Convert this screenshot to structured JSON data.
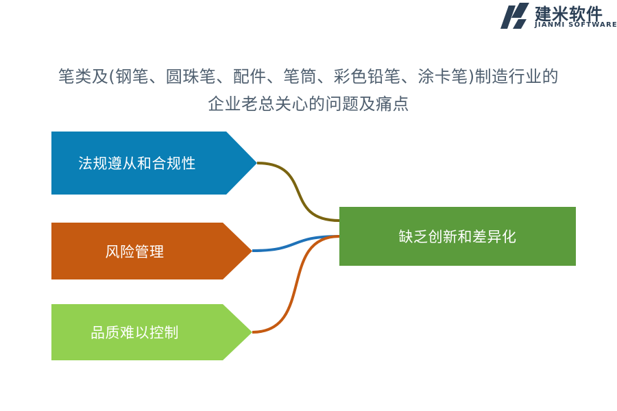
{
  "brand": {
    "name_cn": "建米软件",
    "name_en": "JIANMI SOFTWARE",
    "color": "#2b3f55"
  },
  "title": {
    "line1": "笔类及(钢笔、圆珠笔、配件、笔筒、彩色铅笔、涂卡笔)制造行业的",
    "line2": "企业老总关心的问题及痛点",
    "color": "#4f5f6f"
  },
  "diagram": {
    "sources": [
      {
        "label": "法规遵从和合规性",
        "color": "#0a7fb5",
        "connector_color": "#7a6410"
      },
      {
        "label": "风险管理",
        "color": "#c55a11",
        "connector_color": "#1f72b8"
      },
      {
        "label": "品质难以控制",
        "color": "#92d050",
        "connector_color": "#c55a11"
      }
    ],
    "target": {
      "label": "缺乏创新和差异化",
      "color": "#5b9b3c"
    }
  }
}
